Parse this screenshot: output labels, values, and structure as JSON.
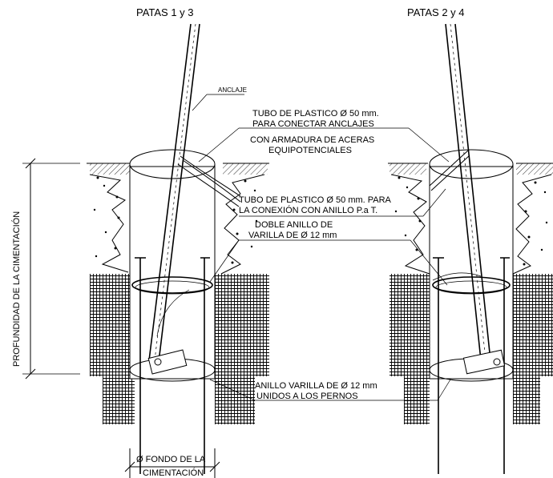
{
  "titles": {
    "left": "PATAS 1 y 3",
    "right": "PATAS 2 y 4"
  },
  "labels": {
    "anclaje": "ANCLAJE",
    "tubo1_l1": "TUBO DE PLASTICO Ø 50 mm.",
    "tubo1_l2": "PARA CONECTAR ANCLAJES",
    "armadura_l1": "CON ARMADURA DE ACERAS",
    "armadura_l2": "EQUIPOTENCIALES",
    "tubo2_l1": "TUBO DE PLASTICO Ø 50 mm. PARA",
    "tubo2_l2": "LA CONEXIÓN CON ANILLO P.a T.",
    "doble_l1": "DOBLE ANILLO DE",
    "doble_l2": "VARILLA DE Ø 12 mm",
    "anillo_l1": "ANILLO VARILLA DE Ø 12 mm",
    "anillo_l2": "UNIDOS A LOS PERNOS",
    "profundidad": "PROFUNDIDAD DE LA CIMENTACIÓN",
    "fondo_l1": "Ø FONDO DE LA",
    "fondo_l2": "CIMENTACIÓN"
  }
}
